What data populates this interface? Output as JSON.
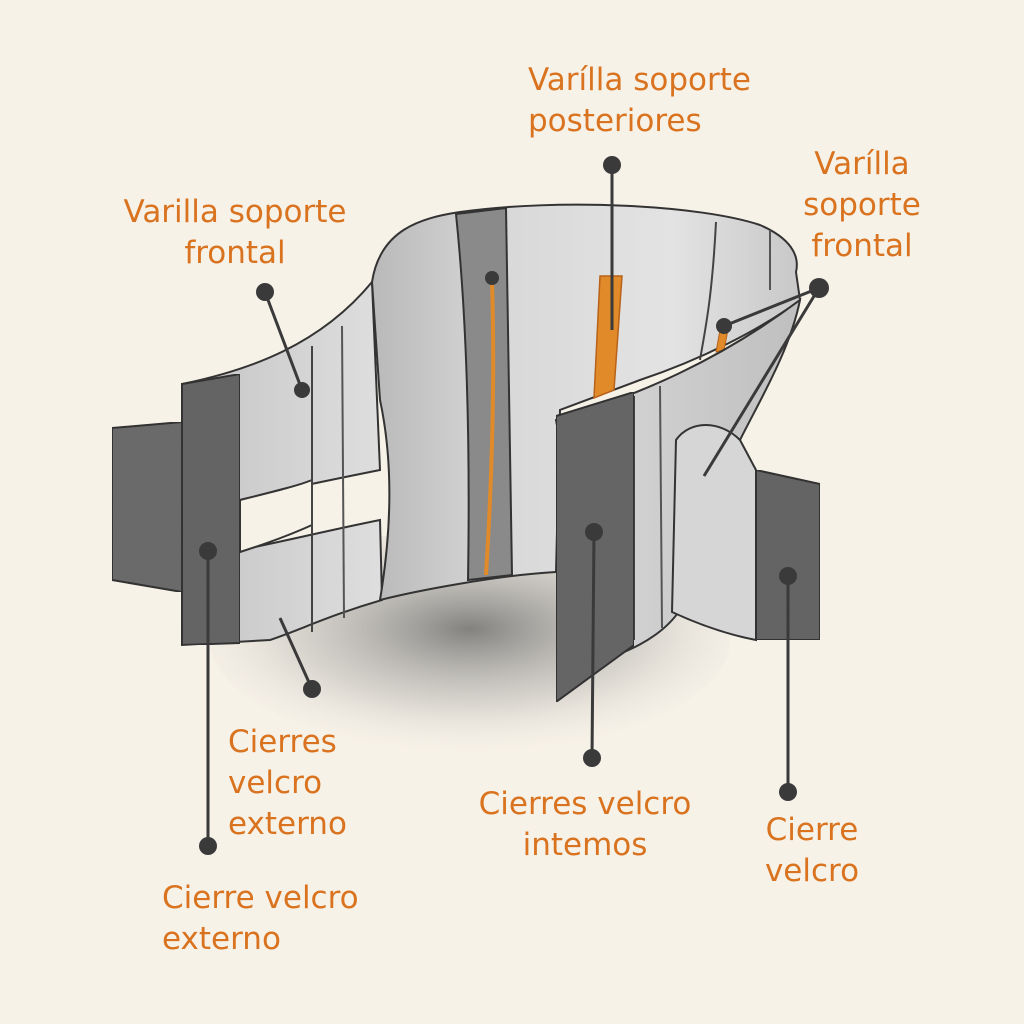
{
  "colors": {
    "background": "#f7f2e8",
    "label": "#d9731f",
    "rod": "#e08a2a",
    "band_light": "#d4d4d4",
    "band_mid": "#bdbdbd",
    "velcro": "#6a6a6a",
    "outline": "#3a3a3a"
  },
  "labels": {
    "posterior_rod": "Varílla soporte\nposteriores",
    "front_rod_left": "Varilla soporte\nfrontal",
    "front_rod_right": "Varílla\nsoporte\nfrontal",
    "velcro_outer_upper": "Cierres\nvelcro\nexterno",
    "velcro_outer_lower": "Cierre velcro\nexterno",
    "velcro_inner": "Cierres velcro\nintemos",
    "velcro_single": "Cierre\nvelcro"
  }
}
